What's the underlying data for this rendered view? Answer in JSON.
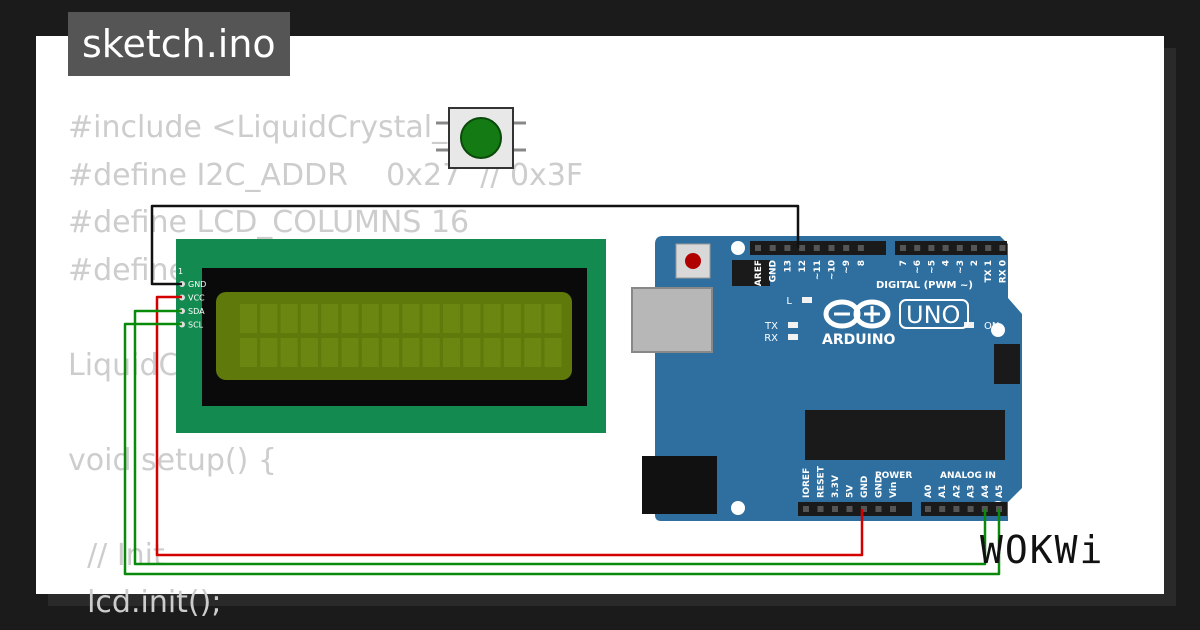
{
  "badge": {
    "title": "sketch.ino"
  },
  "code_lines": [
    "#include <LiquidCrystal_I",
    "#define I2C_ADDR    0x27  // 0x3F",
    "#define LCD_COLUMNS 16",
    "#define",
    "",
    "LiquidC                               D_CO",
    "",
    "void setup() {",
    "",
    "  // Init",
    "  lcd.init();"
  ],
  "lcd": {
    "pins": [
      "GND",
      "VCC",
      "SDA",
      "SCL"
    ],
    "pin_header_number": "1"
  },
  "arduino": {
    "digital_header": [
      "AREF",
      "GND",
      "13",
      "12",
      "~11",
      "~10",
      "~9",
      "8",
      "7",
      "~6",
      "~5",
      "4",
      "~3",
      "2",
      "TX 1",
      "RX 0"
    ],
    "digital_label": "DIGITAL (PWM ~)",
    "brand": "ARDUINO",
    "model": "UNO",
    "led_labels": [
      "L",
      "TX",
      "RX",
      "ON"
    ],
    "power_label": "POWER",
    "power_pins": [
      "IOREF",
      "RESET",
      "3.3V",
      "5V",
      "GND",
      "GND",
      "Vin"
    ],
    "analog_label": "ANALOG IN",
    "analog_pins": [
      "A0",
      "A1",
      "A2",
      "A3",
      "A4",
      "A5"
    ]
  },
  "wire_colors": {
    "gnd": "#111111",
    "vcc": "#d40000",
    "data": "#0a8a0a"
  },
  "logo": "WOKWi"
}
